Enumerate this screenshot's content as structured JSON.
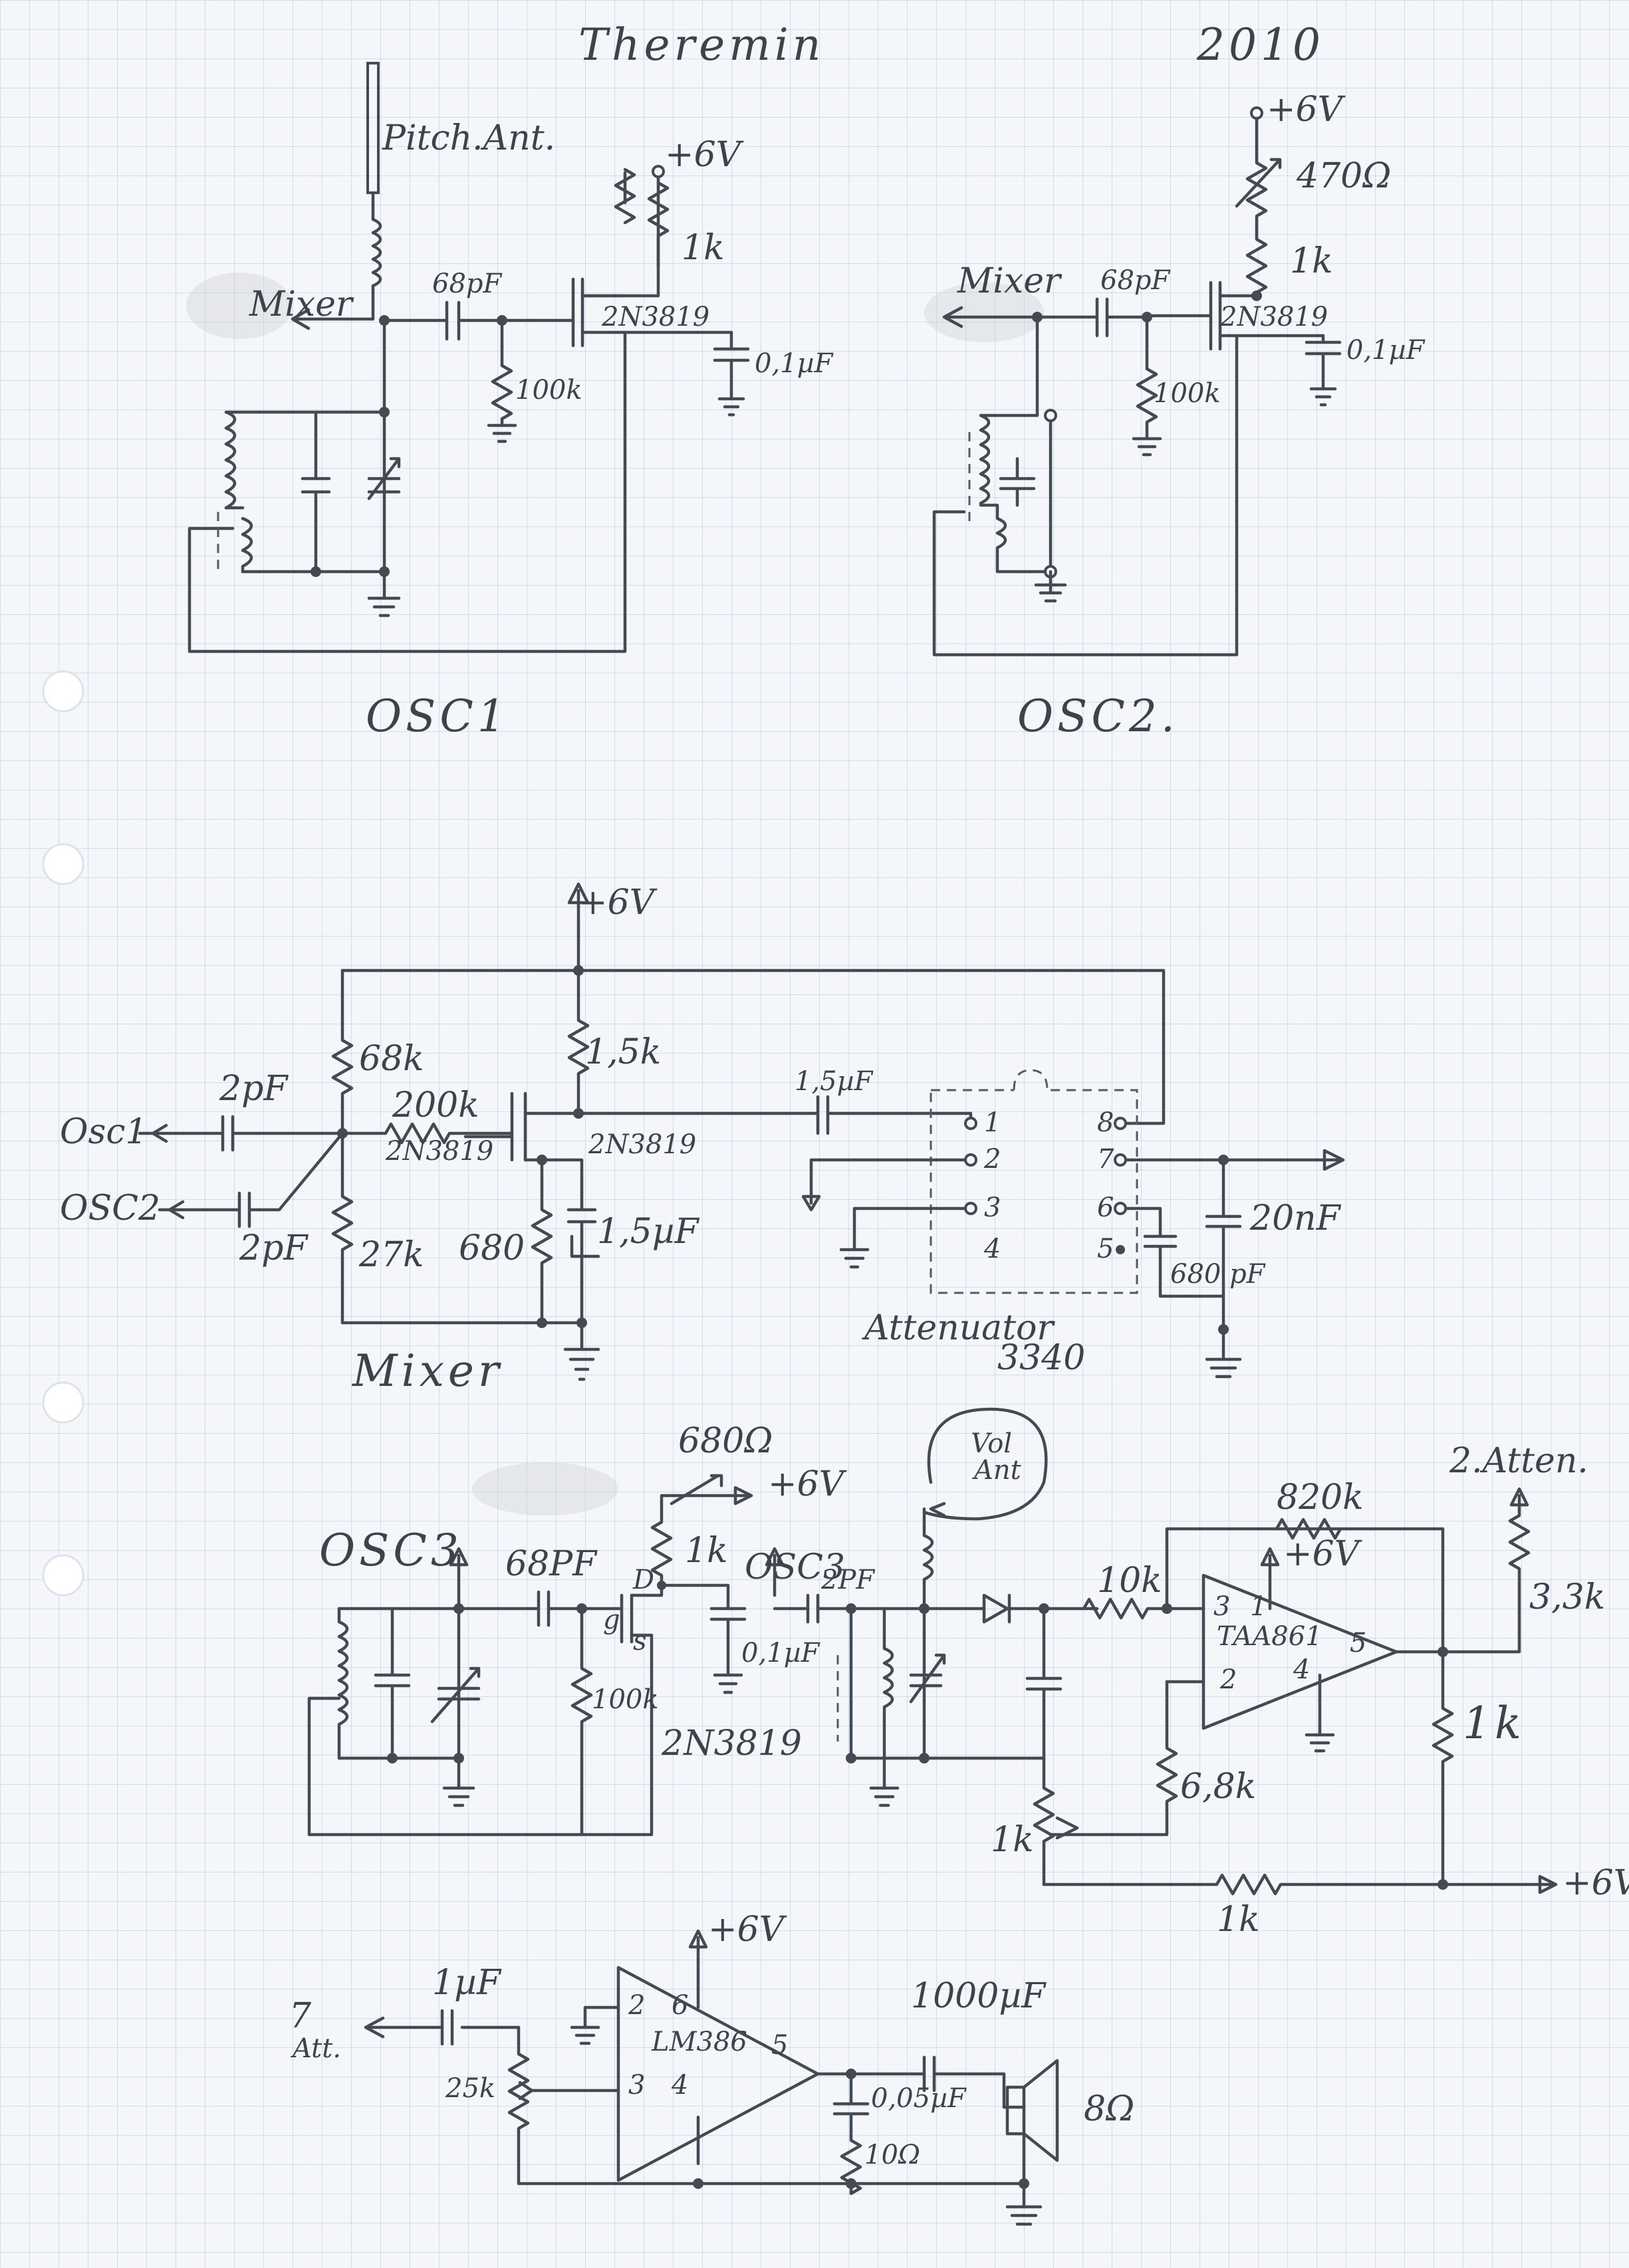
{
  "title": "Theremin",
  "year": "2010",
  "labels": {
    "pitch_ant": "Pitch.Ant.",
    "vol_ant": [
      "Vol",
      "Ant"
    ],
    "osc1": "OSC1",
    "osc2": "OSC2.",
    "osc3": "OSC3",
    "osc3_ref": "OSC3",
    "mixer": "Mixer",
    "mixer_out": "Mixer",
    "osc1_in": "Osc1",
    "osc2_in": "OSC2",
    "attenuator": "Attenuator",
    "attenuator_num": "3340",
    "to_atten": "2.Atten.",
    "from_att": [
      "7",
      "Att."
    ],
    "supply": "+6V",
    "supply_alt": "+6V",
    "supply_out": "+6V",
    "fet": "2N3819",
    "opamp": "TAA861",
    "amp": "LM386"
  },
  "components": {
    "osc1": [
      "68pF",
      "100k",
      "1k",
      "0,1µF"
    ],
    "osc2": [
      "68pF",
      "100k",
      "1k",
      "0,1µF",
      "470Ω"
    ],
    "mixer": [
      "2pF",
      "2pF",
      "68k",
      "200k",
      "1,5k",
      "27k",
      "680",
      "1,5µF",
      "1,5µF"
    ],
    "attenuator": [
      "680 pF",
      "20nF"
    ],
    "osc3": [
      "68PF",
      "100k",
      "1k",
      "680Ω",
      "0,1µF",
      "2PF",
      "g",
      "s",
      "D"
    ],
    "vol": [
      "10k",
      "820k",
      "3,3k",
      "6,8k",
      "1k",
      "1k",
      "1k"
    ],
    "audio": [
      "1µF",
      "25k",
      "1000µF",
      "0,05µF",
      "10Ω",
      "8Ω"
    ]
  },
  "pins": {
    "attenuator_left": [
      "1",
      "2",
      "3",
      "4"
    ],
    "attenuator_right": [
      "8",
      "7",
      "6",
      "5"
    ],
    "taa861": [
      "3",
      "2",
      "1",
      "4",
      "5"
    ],
    "lm386": [
      "2",
      "6",
      "3",
      "4",
      "5"
    ]
  }
}
